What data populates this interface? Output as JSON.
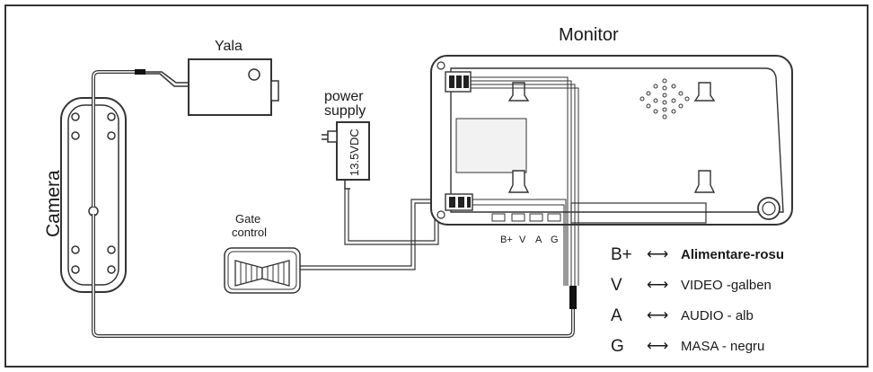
{
  "labels": {
    "monitor": "Monitor",
    "camera": "Camera",
    "lock": "Yala",
    "power_supply_line1": "power",
    "power_supply_line2": "supply",
    "psu_voltage": "13.5VDC",
    "gate_control_line1": "Gate",
    "gate_control_line2": "control",
    "terminal_labels": [
      "B+",
      "V",
      "A",
      "G"
    ]
  },
  "legend": [
    {
      "key": "B+",
      "arrow": "⟷",
      "value": "Alimentare-rosu",
      "bold": true
    },
    {
      "key": "V",
      "arrow": "⟷",
      "value": "VIDEO -galben",
      "bold": false
    },
    {
      "key": "A",
      "arrow": "⟷",
      "value": "AUDIO - alb",
      "bold": false
    },
    {
      "key": "G",
      "arrow": "⟷",
      "value": "MASA - negru",
      "bold": false
    }
  ],
  "colors": {
    "line": "#333333",
    "background": "#ffffff",
    "screen_fill": "#f2f2f2"
  }
}
